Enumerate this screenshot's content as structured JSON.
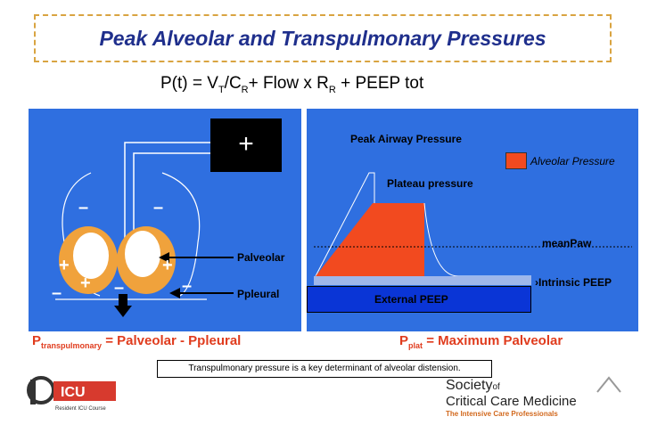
{
  "title": "Peak Alveolar and Transpulmonary Pressures",
  "formula": {
    "p": "P(t) = V",
    "vt_sub": "T",
    "slash": "/C",
    "c_sub": "R",
    "mid": "+ Flow x R",
    "r_sub": "R",
    "tail": " + PEEP tot"
  },
  "left": {
    "plus_box": "+",
    "palveolar": "Palveolar",
    "ppleural": "Ppleural"
  },
  "right": {
    "peak_airway": "Peak Airway Pressure",
    "plateau": "Plateau pressure",
    "legend": "Alveolar Pressure",
    "meanpaw": "meanPaw",
    "intrinsic": "Intrinsic PEEP",
    "external": "External PEEP"
  },
  "equations": {
    "p1": "P",
    "p1_sub": "transpulmonary",
    "p1_rest": " = Palveolar - Ppleural",
    "p2": "P",
    "p2_sub": "plat",
    "p2_rest": " = Maximum Palveolar"
  },
  "caption": "Transpulmonary pressure is a key determinant of  alveolar distension.",
  "logos": {
    "ricu_sub": "Resident ICU Course",
    "sccm_line1": "Society",
    "sccm_of": "of",
    "sccm_line2": "Critical Care Medicine",
    "sccm_line3": "The Intensive Care Professionals"
  },
  "colors": {
    "title": "#1f2f8c",
    "panel": "#2f6fe0",
    "alveolar": "#f24a1f",
    "external_peep": "#0a35d6",
    "equation": "#e03c1e",
    "lung": "#f0a23c"
  }
}
